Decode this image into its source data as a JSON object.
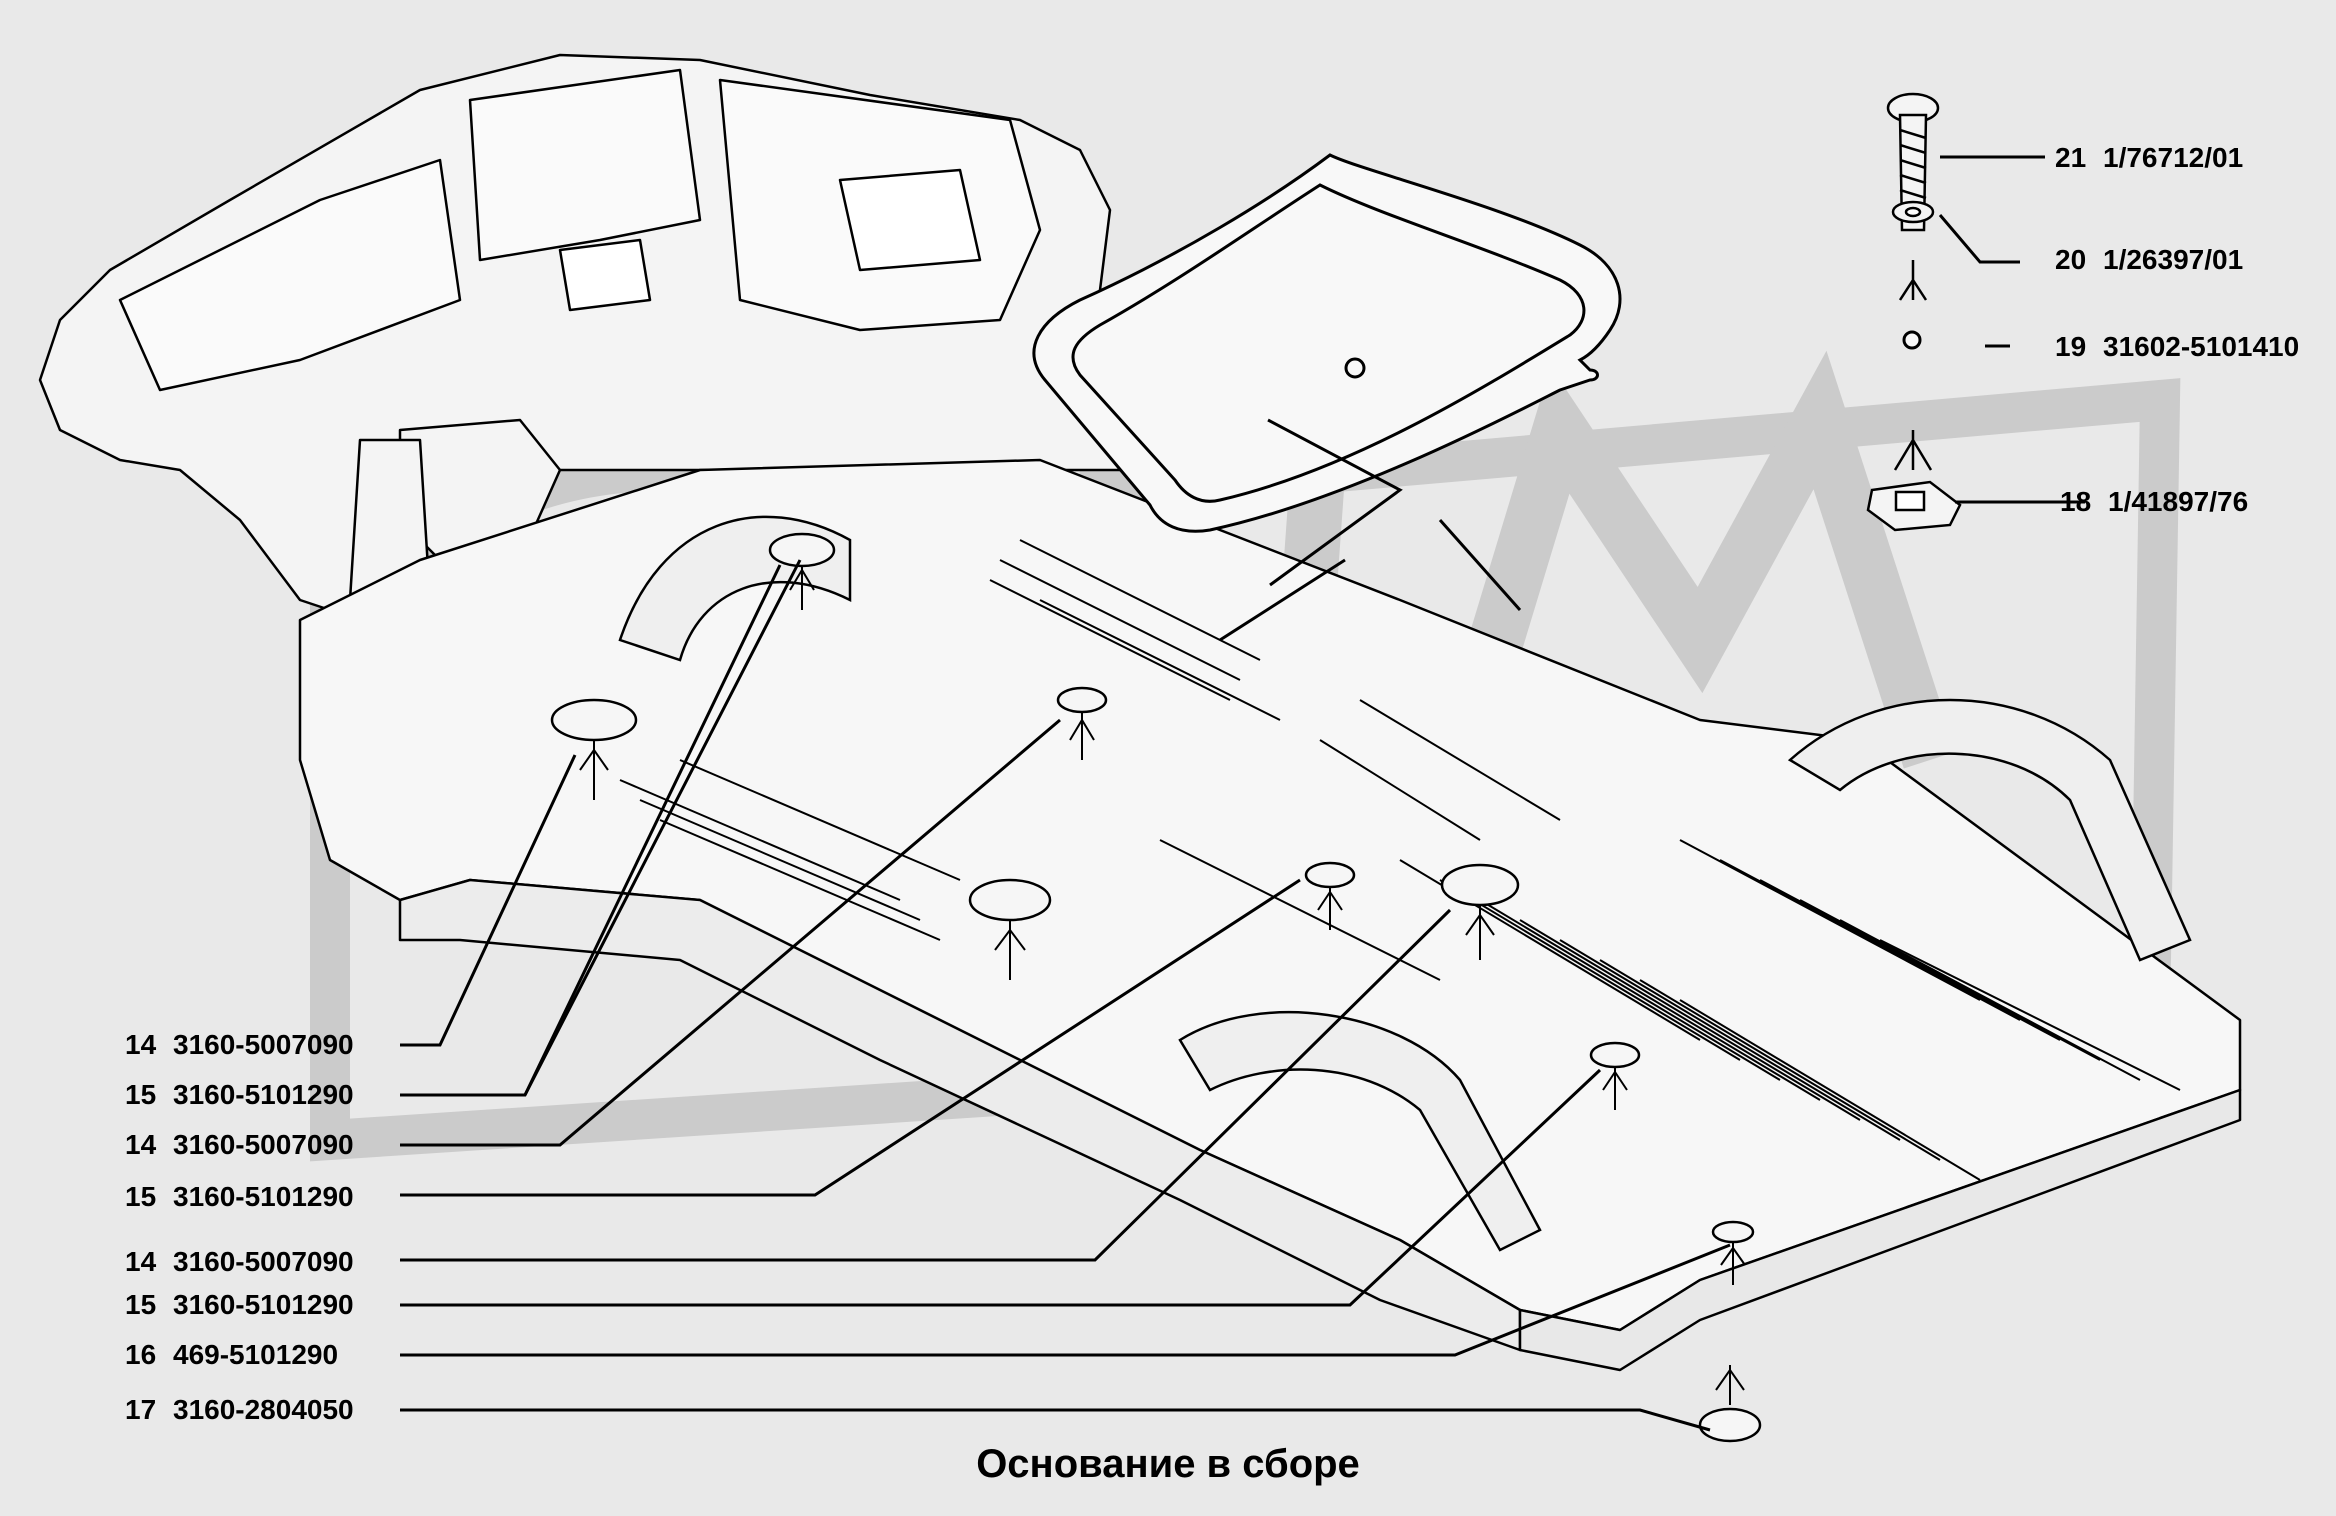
{
  "title": "Основание в сборе",
  "watermark": "UAZ",
  "colors": {
    "background": "#e9e9e9",
    "watermark": "#c8c8c8",
    "line": "#000000",
    "panel": "#f4f4f4"
  },
  "callouts_right": [
    {
      "num": "21",
      "part": "1/76712/01"
    },
    {
      "num": "20",
      "part": "1/26397/01"
    },
    {
      "num": "19",
      "part": "31602-5101410"
    },
    {
      "num": "18",
      "part": "1/41897/76"
    }
  ],
  "callouts_left": [
    {
      "num": "14",
      "part": "3160-5007090"
    },
    {
      "num": "15",
      "part": "3160-5101290"
    },
    {
      "num": "14",
      "part": "3160-5007090"
    },
    {
      "num": "15",
      "part": "3160-5101290"
    },
    {
      "num": "14",
      "part": "3160-5007090"
    },
    {
      "num": "15",
      "part": "3160-5101290"
    },
    {
      "num": "16",
      "part": "469-5101290"
    },
    {
      "num": "17",
      "part": "3160-2804050"
    }
  ]
}
